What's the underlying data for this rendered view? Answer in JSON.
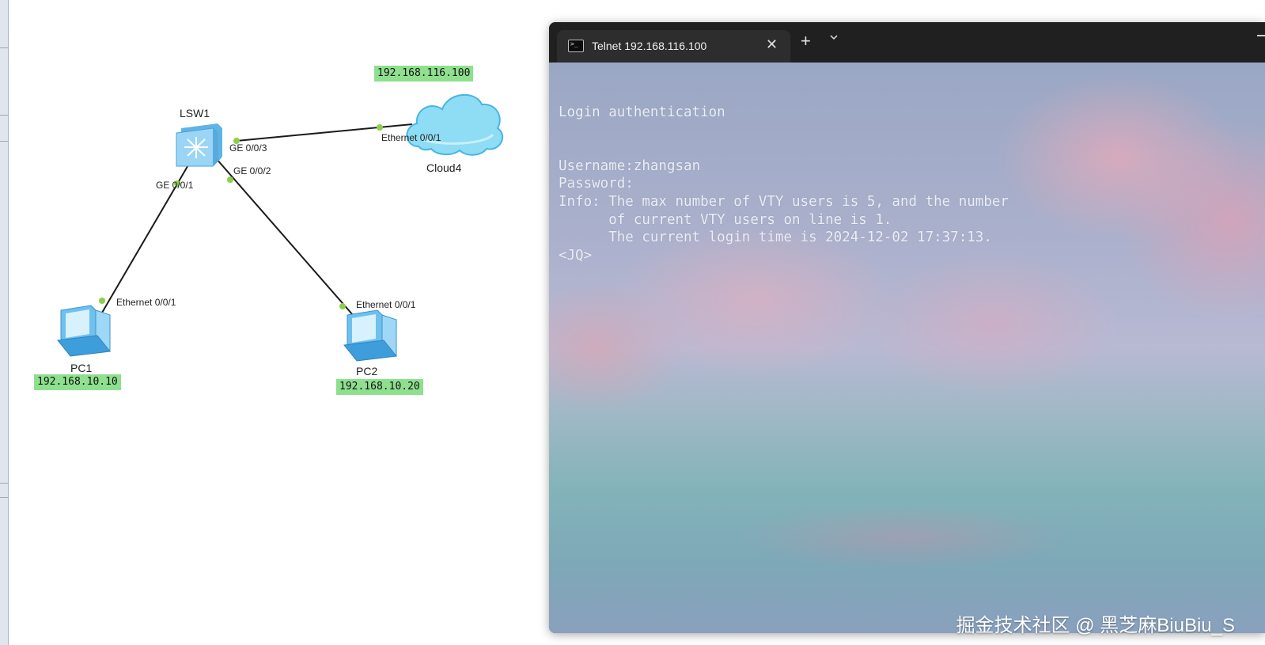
{
  "topology": {
    "devices": {
      "switch": {
        "name": "LSW1"
      },
      "cloud": {
        "name": "Cloud4",
        "ip": "192.168.116.100"
      },
      "pc1": {
        "name": "PC1",
        "ip": "192.168.10.10"
      },
      "pc2": {
        "name": "PC2",
        "ip": "192.168.10.20"
      }
    },
    "ports": {
      "sw_ge003": "GE 0/0/3",
      "sw_ge002": "GE 0/0/2",
      "sw_ge001": "GE 0/0/1",
      "cloud_eth": "Ethernet 0/0/1",
      "pc1_eth": "Ethernet 0/0/1",
      "pc2_eth": "Ethernet 0/0/1"
    },
    "colors": {
      "ip_label_bg": "#8ee08e",
      "port_dot": "#8ad04a",
      "link": "#1a1a1a"
    }
  },
  "terminal": {
    "tab_title": "Telnet 192.168.116.100",
    "tab_icon": "terminal-icon",
    "close_icon": "close-icon",
    "new_tab_icon": "plus-icon",
    "dropdown_icon": "chevron-down-icon",
    "output": "Login authentication\n\n\nUsername:zhangsan\nPassword:\nInfo: The max number of VTY users is 5, and the number\n      of current VTY users on line is 1.\n      The current login time is 2024-12-02 17:37:13.\n<JQ>"
  },
  "watermark": "掘金技术社区 @ 黑芝麻BiuBiu_S"
}
